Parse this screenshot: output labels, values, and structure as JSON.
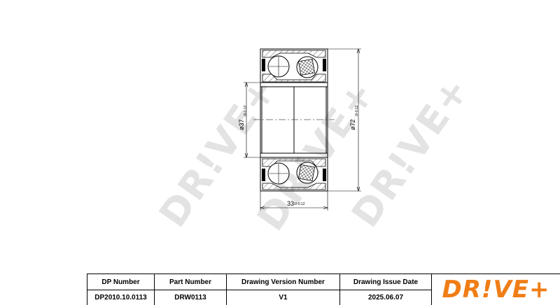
{
  "watermark": {
    "text": "DR!VE+"
  },
  "dimensions": {
    "inner_diameter": "ø37",
    "inner_diameter_tol": "0/-0.12",
    "outer_diameter": "ø72",
    "outer_diameter_tol": "0/-0.12",
    "width": "33",
    "width_tol": "0/-0.12"
  },
  "title_block": {
    "dp_number": {
      "label": "DP Number",
      "value": "DP2010.10.0113"
    },
    "part_number": {
      "label": "Part Number",
      "value": "DRW0113"
    },
    "drawing_version": {
      "label": "Drawing Version Number",
      "value": "V1"
    },
    "issue_date": {
      "label": "Drawing Issue Date",
      "value": "2025.06.07"
    },
    "logo_text": "DR!VE+",
    "logo_color": "#f07d16"
  }
}
